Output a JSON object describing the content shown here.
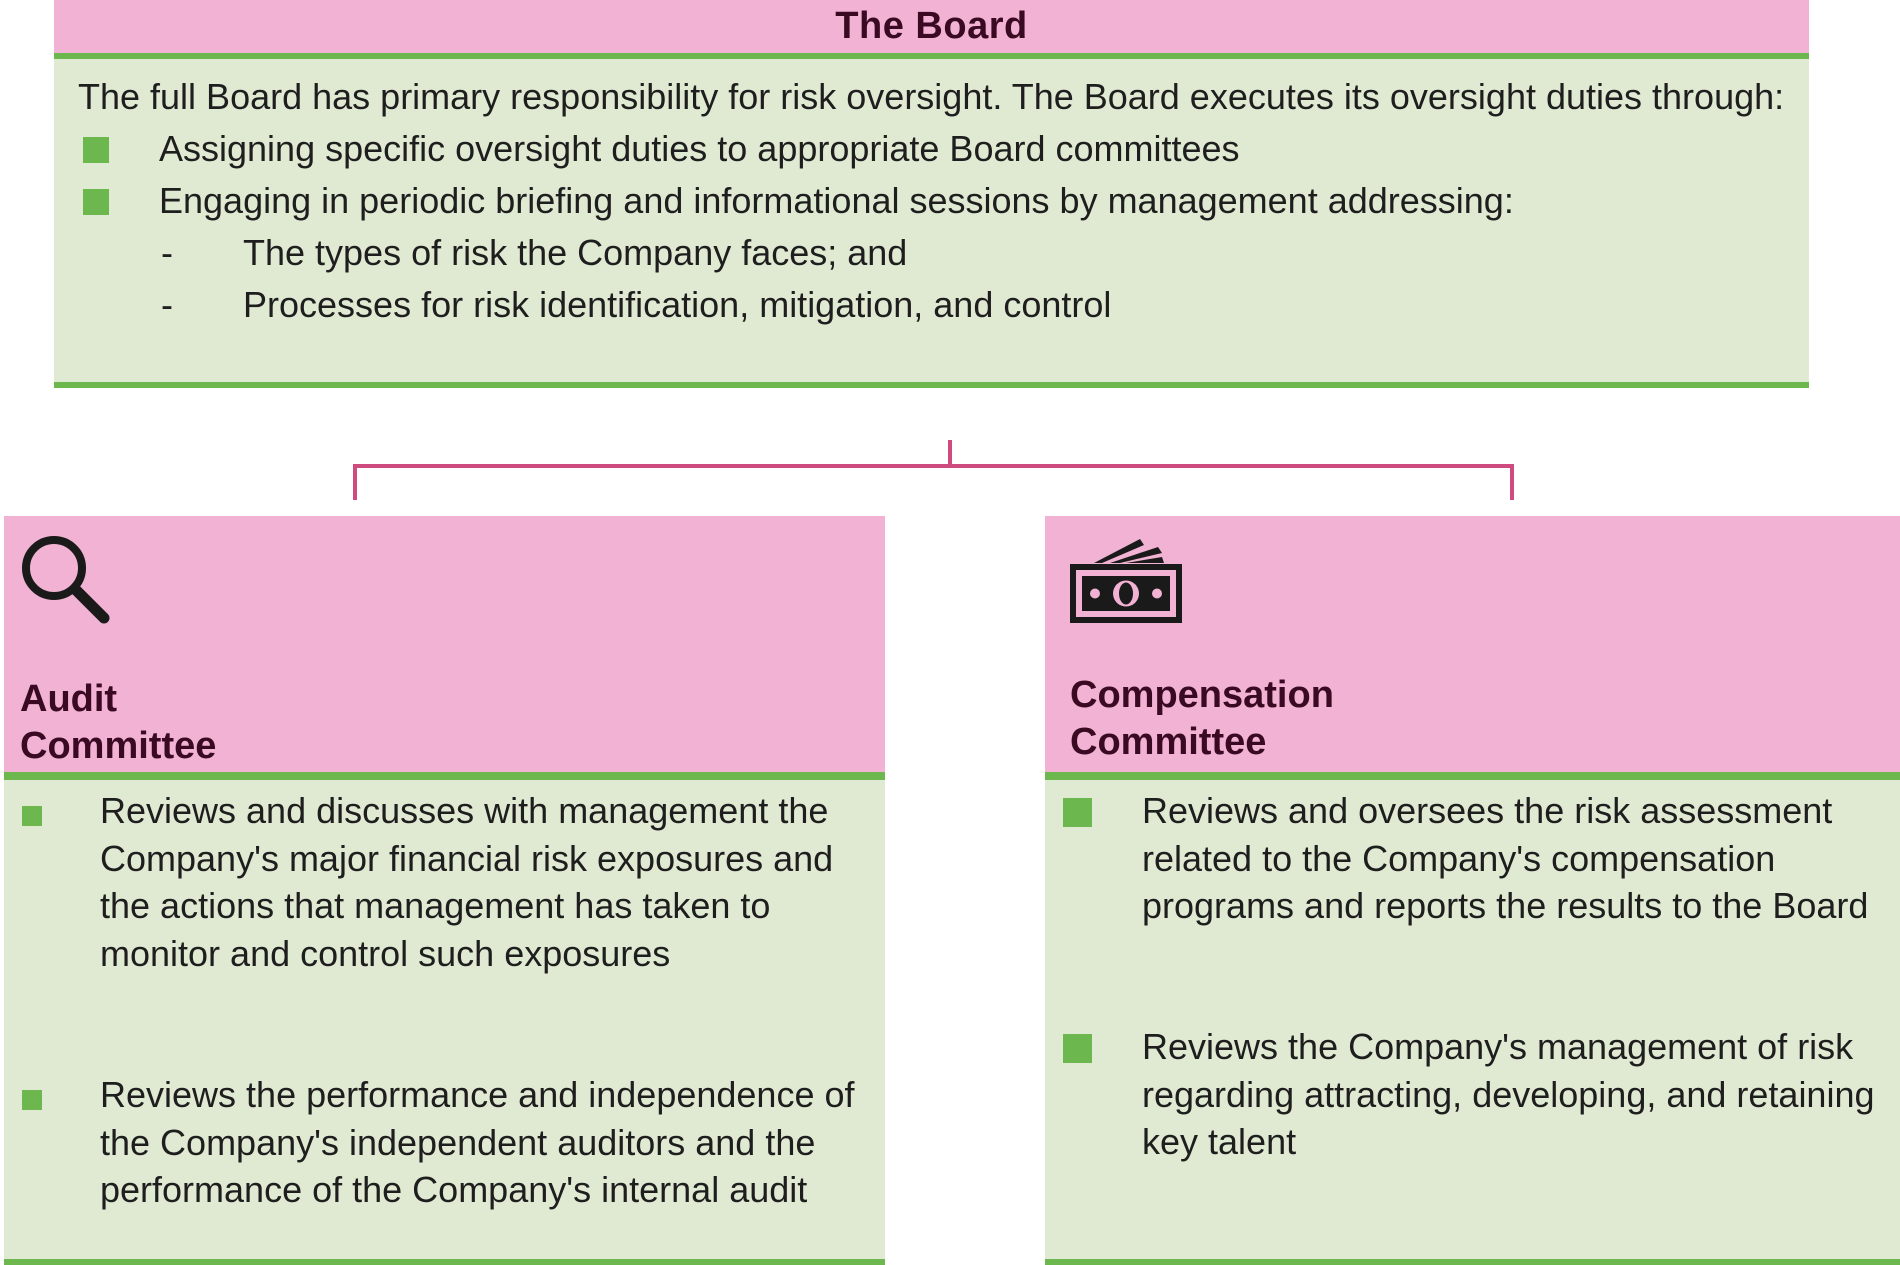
{
  "board": {
    "title": "The Board",
    "intro": "The full Board has primary responsibility for risk oversight. The Board executes its oversight duties through:",
    "items": [
      "Assigning specific oversight duties to appropriate Board committees",
      "Engaging in periodic briefing and informational sessions by management addressing:"
    ],
    "subitems": [
      "The types of risk the Company faces; and",
      "Processes for risk identification, mitigation, and control"
    ],
    "sub_marker": "-"
  },
  "committees": {
    "audit": {
      "icon": "magnifier-icon",
      "title": "Audit Committee",
      "items": [
        "Reviews and discusses with management the Company's major financial risk exposures and the actions that management has taken to monitor and control such exposures",
        "Reviews the performance and independence of the Company's independent auditors and the performance of the Company's internal audit"
      ]
    },
    "compensation": {
      "icon": "money-icon",
      "title": "Compensation Committee",
      "items": [
        "Reviews and oversees the risk assessment related to the Company's compensation programs and reports the results to the Board",
        "Reviews the Company's management of risk regarding attracting, developing, and retaining key talent"
      ]
    }
  },
  "colors": {
    "header_pink": "#f1b2d3",
    "body_green": "#e0e9d2",
    "accent_green": "#6cb84e",
    "connector_pink": "#cf4a7e",
    "title_text": "#3a0a22"
  }
}
